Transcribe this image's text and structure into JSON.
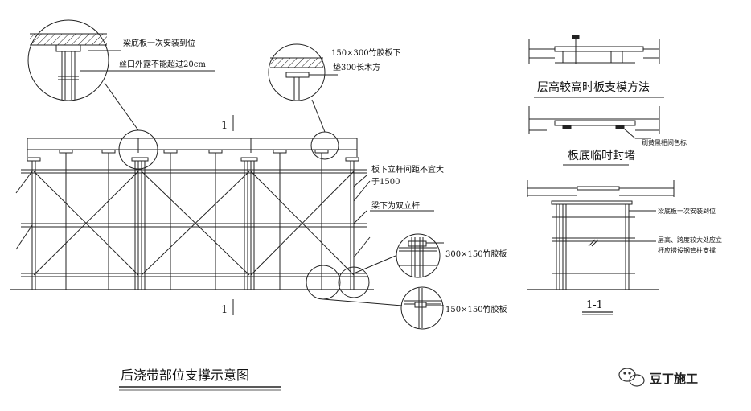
{
  "labels": {
    "beam_bottom_once": "梁底板一次安装到位",
    "screw_exposed": "丝口外露不能超过20cm",
    "bamboo_150x300": "150×300竹胶板下",
    "pad_300_timber": "垫300长木方",
    "pole_spacing": "板下立杆间距不宜大",
    "pole_spacing_2": "于1500",
    "double_pole": "梁下为双立杆",
    "bamboo_300x150": "300×150竹胶板",
    "bamboo_150x150": "150×150竹胶板",
    "section_mark": "1",
    "right_beam_bottom": "梁底板一次安装到位",
    "right_high_span_1": "层高、跨度较大处应立",
    "right_high_span_2": "杆应搭设钢管柱支撑",
    "paint_yellow_black": "刷黄黑相间色标",
    "section_label": "1-1"
  },
  "captions": {
    "high_floor_method": "层高较高时板支模方法",
    "temp_seal": "板底临时封堵",
    "main_title": "后浇带部位支撑示意图"
  },
  "brand": {
    "name": "豆丁施工",
    "icon": "wechat-icon"
  }
}
